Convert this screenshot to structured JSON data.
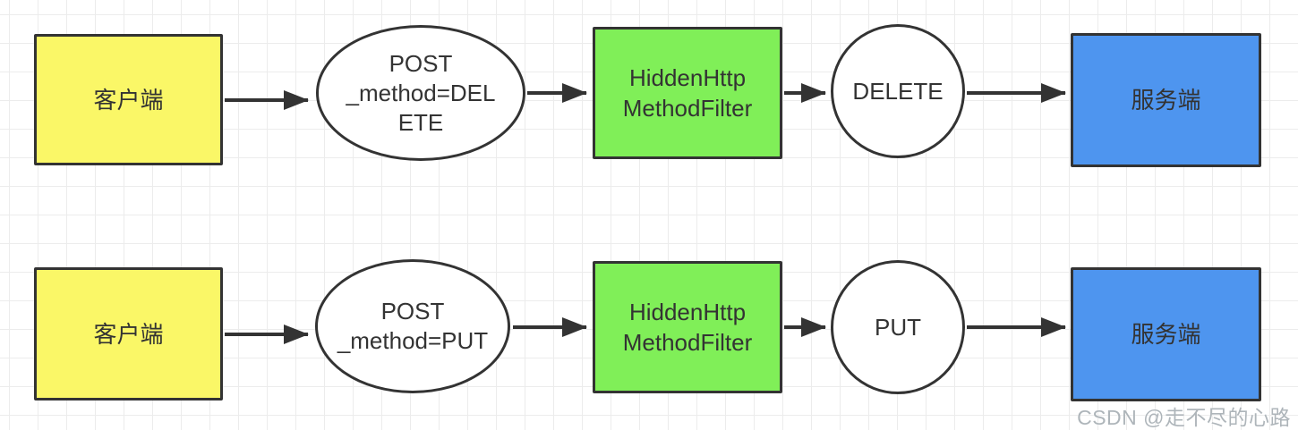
{
  "diagram": {
    "rows": [
      {
        "client": "客户端",
        "request_lines": [
          "POST",
          "_method=DELETE"
        ],
        "filter": "HiddenHttp MethodFilter",
        "method": "DELETE",
        "server": "服务端"
      },
      {
        "client": "客户端",
        "request_lines": [
          "POST",
          "_method=PUT"
        ],
        "filter": "HiddenHttp MethodFilter",
        "method": "PUT",
        "server": "服务端"
      }
    ],
    "colors": {
      "client_fill": "#FAF767",
      "filter_fill": "#80EF58",
      "server_fill": "#4E95EF",
      "shape_fill": "#FFFFFF",
      "stroke": "#333333",
      "grid_line": "#ECECEC",
      "text": "#333333"
    }
  },
  "watermark": "CSDN @走不尽的心路"
}
